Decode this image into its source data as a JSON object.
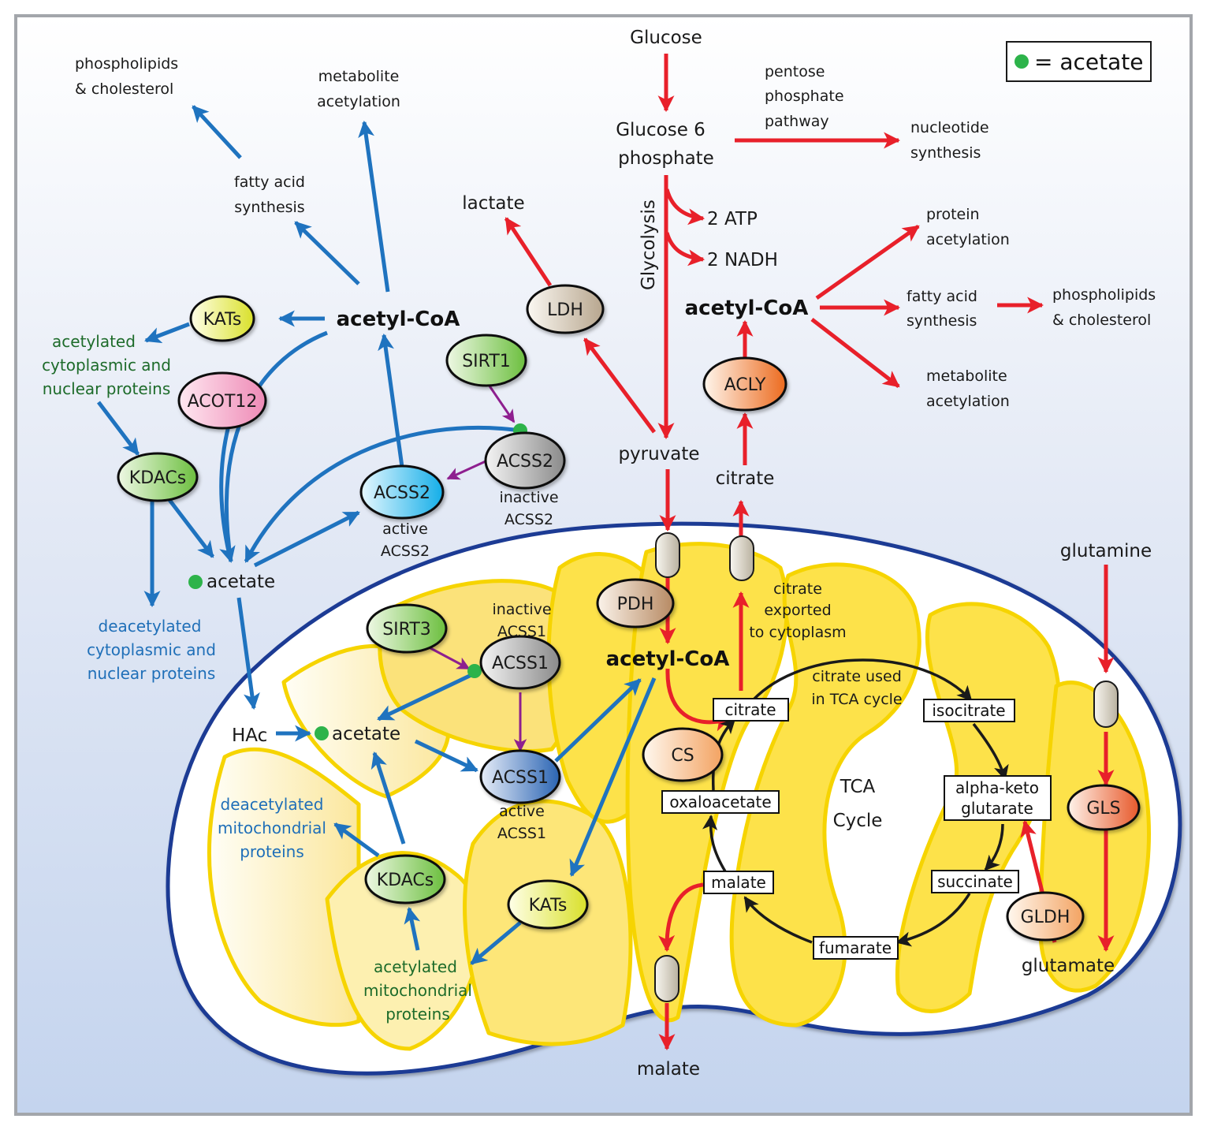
{
  "legend": {
    "symbol": "green-dot",
    "label": "= acetate"
  },
  "colors": {
    "blue_arrow": "#1f73bf",
    "red_arrow": "#e8202a",
    "purple_arrow": "#8e1f8f",
    "tca_arrow": "#1a1a1a",
    "acetate_dot": "#2db34a",
    "membrane": "#1c3b94",
    "cristae": "#fde24a",
    "cristae_outline": "#f6d400"
  },
  "cytoplasm": {
    "glucose": "Glucose",
    "g6p": [
      "Glucose 6",
      "phosphate"
    ],
    "pentose": [
      "pentose",
      "phosphate",
      "pathway"
    ],
    "nucleotide": [
      "nucleotide",
      "synthesis"
    ],
    "glycolysis": "Glycolysis",
    "atp": "2 ATP",
    "nadh": "2 NADH",
    "lactate": "lactate",
    "pyruvate": "pyruvate",
    "citrate": "citrate",
    "acetyl_coa_right": "acetyl-CoA",
    "protein_acetylation": [
      "protein",
      "acetylation"
    ],
    "fatty_acid_right": [
      "fatty acid",
      "synthesis"
    ],
    "phospholipids_right": [
      "phospholipids",
      "& cholesterol"
    ],
    "metabolite_right": [
      "metabolite",
      "acetylation"
    ],
    "acetyl_coa_left": "acetyl-CoA",
    "phospholipids_left": [
      "phospholipids",
      "& cholesterol"
    ],
    "metabolite_left": [
      "metabolite",
      "acetylation"
    ],
    "fatty_acid_left": [
      "fatty acid",
      "synthesis"
    ],
    "acetylated_cyto": [
      "acetylated",
      "cytoplasmic and",
      "nuclear proteins"
    ],
    "deacetylated_cyto": [
      "deacetylated",
      "cytoplasmic and",
      "nuclear proteins"
    ],
    "acetate": "acetate",
    "active_acss2": [
      "active",
      "ACSS2"
    ],
    "inactive_acss2": [
      "inactive",
      "ACSS2"
    ],
    "glutamine": "glutamine",
    "malate_out": "malate"
  },
  "mitochondrion": {
    "hac": "HAc",
    "acetate": "acetate",
    "inactive_acss1": [
      "inactive",
      "ACSS1"
    ],
    "active_acss1": [
      "active",
      "ACSS1"
    ],
    "acetyl_coa": "acetyl-CoA",
    "citrate_exported": [
      "citrate",
      "exported",
      "to cytoplasm"
    ],
    "citrate_used": [
      "citrate used",
      "in TCA cycle"
    ],
    "tca": [
      "TCA",
      "Cycle"
    ],
    "deacetylated_mito": [
      "deacetylated",
      "mitochondrial",
      "proteins"
    ],
    "acetylated_mito": [
      "acetylated",
      "mitochondrial",
      "proteins"
    ],
    "glutamate": "glutamate",
    "tca_boxes": {
      "citrate": "citrate",
      "isocitrate": "isocitrate",
      "akg": [
        "alpha-keto",
        "glutarate"
      ],
      "succinate": "succinate",
      "fumarate": "fumarate",
      "malate": "malate",
      "oxaloacetate": "oxaloacetate"
    }
  },
  "enzymes": {
    "kats_cyto": "KATs",
    "acot12": "ACOT12",
    "kdacs_cyto": "KDACs",
    "sirt1": "SIRT1",
    "acss2_inactive": "ACSS2",
    "acss2_active": "ACSS2",
    "ldh": "LDH",
    "acly": "ACLY",
    "pdh": "PDH",
    "cs": "CS",
    "sirt3": "SIRT3",
    "acss1_inactive": "ACSS1",
    "acss1_active": "ACSS1",
    "kdacs_mito": "KDACs",
    "kats_mito": "KATs",
    "gls": "GLS",
    "gldh": "GLDH"
  }
}
